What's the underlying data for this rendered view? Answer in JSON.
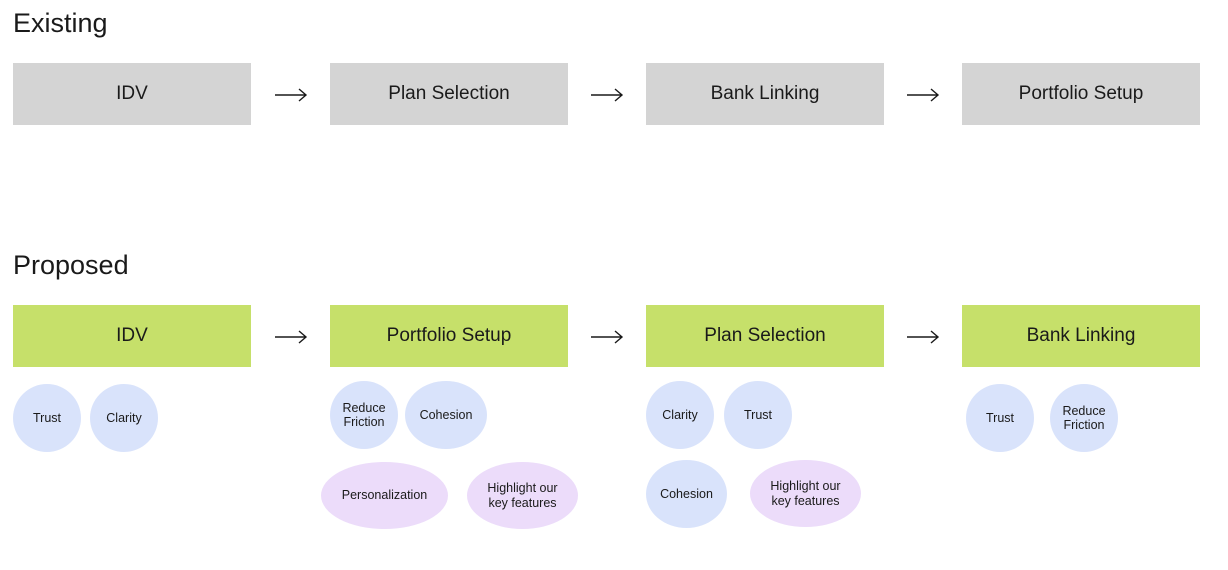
{
  "existing": {
    "title": "Existing",
    "steps": [
      "IDV",
      "Plan Selection",
      "Bank Linking",
      "Portfolio Setup"
    ]
  },
  "proposed": {
    "title": "Proposed",
    "steps": [
      "IDV",
      "Portfolio Setup",
      "Plan Selection",
      "Bank Linking"
    ],
    "tags": {
      "idv": [
        "Trust",
        "Clarity"
      ],
      "portfolio_setup": [
        "Reduce Friction",
        "Cohesion",
        "Personalization",
        "Highlight our key features"
      ],
      "plan_selection": [
        "Clarity",
        "Trust",
        "Cohesion",
        "Highlight our key features"
      ],
      "bank_linking": [
        "Trust",
        "Reduce Friction"
      ]
    }
  },
  "colors": {
    "existing_step": "#d4d4d4",
    "proposed_step": "#c6e06a",
    "tag_blue": "#d9e3fb",
    "tag_purple": "#ecdcfa"
  },
  "icons": {
    "connector": "arrow-right-icon"
  }
}
